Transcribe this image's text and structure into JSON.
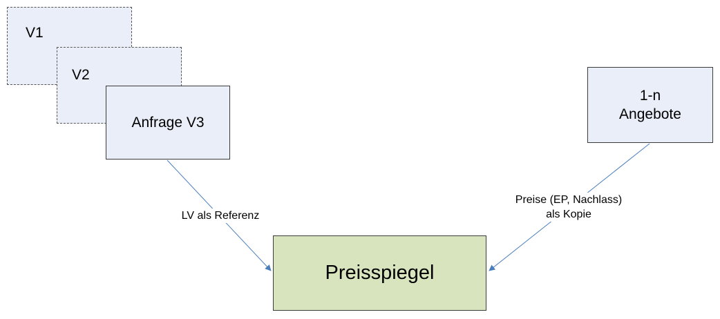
{
  "nodes": {
    "v1": "V1",
    "v2": "V2",
    "v3": "Anfrage V3",
    "angebote": "1-n\nAngebote",
    "preisspiegel": "Preisspiegel"
  },
  "edges": {
    "lv": "LV als Referenz",
    "preise": "Preise (EP, Nachlass)\nals Kopie"
  },
  "colors": {
    "box_fill": "#e9eef8",
    "target_fill": "#d8e4bd",
    "arrow": "#4a7ebb"
  }
}
